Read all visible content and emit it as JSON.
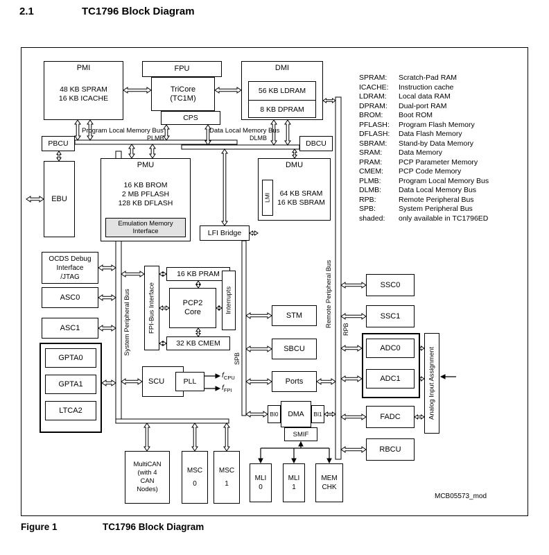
{
  "header": {
    "section": "2.1",
    "title": "TC1796 Block Diagram"
  },
  "caption": {
    "label": "Figure 1",
    "title": "TC1796 Block Diagram"
  },
  "watermark": "MCB05573_mod",
  "buses": {
    "plmb": "Program Local Memory Bus",
    "plmb_abbr": "PLMB",
    "dlmb": "Data Local Memory Bus",
    "dlmb_abbr": "DLMB",
    "spb": "System Peripheral Bus",
    "spb_abbr": "SPB",
    "rpb": "Remote Peripheral Bus",
    "rpb_abbr": "RPB"
  },
  "clocks": {
    "fcpu": "f",
    "fcpu_sub": "CPU",
    "ffpi": "f",
    "ffpi_sub": "FPI"
  },
  "legend": [
    {
      "abbr": "SPRAM:",
      "desc": "Scratch-Pad RAM"
    },
    {
      "abbr": "ICACHE:",
      "desc": "Instruction cache"
    },
    {
      "abbr": "LDRAM:",
      "desc": "Local data RAM"
    },
    {
      "abbr": "DPRAM:",
      "desc": "Dual-port RAM"
    },
    {
      "abbr": "BROM:",
      "desc": "Boot ROM"
    },
    {
      "abbr": "PFLASH:",
      "desc": "Program Flash Memory"
    },
    {
      "abbr": "DFLASH:",
      "desc": "Data Flash Memory"
    },
    {
      "abbr": "SBRAM:",
      "desc": "Stand-by Data Memory"
    },
    {
      "abbr": "SRAM:",
      "desc": "Data Memory"
    },
    {
      "abbr": "PRAM:",
      "desc": "PCP Parameter Memory"
    },
    {
      "abbr": "CMEM:",
      "desc": "PCP Code Memory"
    },
    {
      "abbr": "PLMB:",
      "desc": "Program Local Memory Bus"
    },
    {
      "abbr": "DLMB:",
      "desc": "Data Local Memory Bus"
    },
    {
      "abbr": "RPB:",
      "desc": "Remote Peripheral Bus"
    },
    {
      "abbr": "SPB:",
      "desc": "System Peripheral Bus"
    },
    {
      "abbr": "shaded:",
      "desc": "only available in TC1796ED"
    }
  ],
  "blocks": {
    "pmi": {
      "title": "PMI",
      "l1": "48 KB SPRAM",
      "l2": "16 KB ICACHE"
    },
    "fpu": "FPU",
    "tricore": {
      "l1": "TriCore",
      "l2": "(TC1M)"
    },
    "cps": "CPS",
    "dmi": {
      "title": "DMI",
      "l1": "56 KB LDRAM",
      "l2": "8 KB DPRAM"
    },
    "pbcu": "PBCU",
    "dbcu": "DBCU",
    "ebu": "EBU",
    "pmu": {
      "title": "PMU",
      "l1": "16 KB BROM",
      "l2": "2 MB PFLASH",
      "l3": "128 KB DFLASH",
      "emi": "Emulation Memory Interface"
    },
    "dmu": {
      "title": "DMU",
      "lmi": "LMI",
      "l1": "64 KB SRAM",
      "l2": "16 KB SBRAM"
    },
    "lfi": "LFI Bridge",
    "ocds": {
      "l1": "OCDS Debug",
      "l2": "Interface",
      "l3": "/JTAG"
    },
    "asc0": "ASC0",
    "asc1": "ASC1",
    "gpta0": "GPTA0",
    "gpta1": "GPTA1",
    "ltca2": "LTCA2",
    "fpi": "FPI-Bus Interface",
    "pram": "16 KB PRAM",
    "pcp2": {
      "l1": "PCP2",
      "l2": "Core"
    },
    "interrupts": "Interrupts",
    "cmem": "32 KB CMEM",
    "scu": "SCU",
    "pll": "PLL",
    "stm": "STM",
    "sbcu": "SBCU",
    "ports": "Ports",
    "bi0": "BI0",
    "dma": "DMA",
    "bi1": "BI1",
    "smif": "SMIF",
    "ssc0": "SSC0",
    "ssc1": "SSC1",
    "adc0": "ADC0",
    "adc1": "ADC1",
    "fadc": "FADC",
    "rbcu": "RBCU",
    "aia": "Analog Input Assignment",
    "multican": {
      "l1": "MultiCAN",
      "l2": "(with 4",
      "l3": "CAN",
      "l4": "Nodes)"
    },
    "msc0": {
      "l1": "MSC",
      "l2": "0"
    },
    "msc1": {
      "l1": "MSC",
      "l2": "1"
    },
    "mli0": {
      "l1": "MLI",
      "l2": "0"
    },
    "mli1": {
      "l1": "MLI",
      "l2": "1"
    },
    "memchk": {
      "l1": "MEM",
      "l2": "CHK"
    }
  }
}
